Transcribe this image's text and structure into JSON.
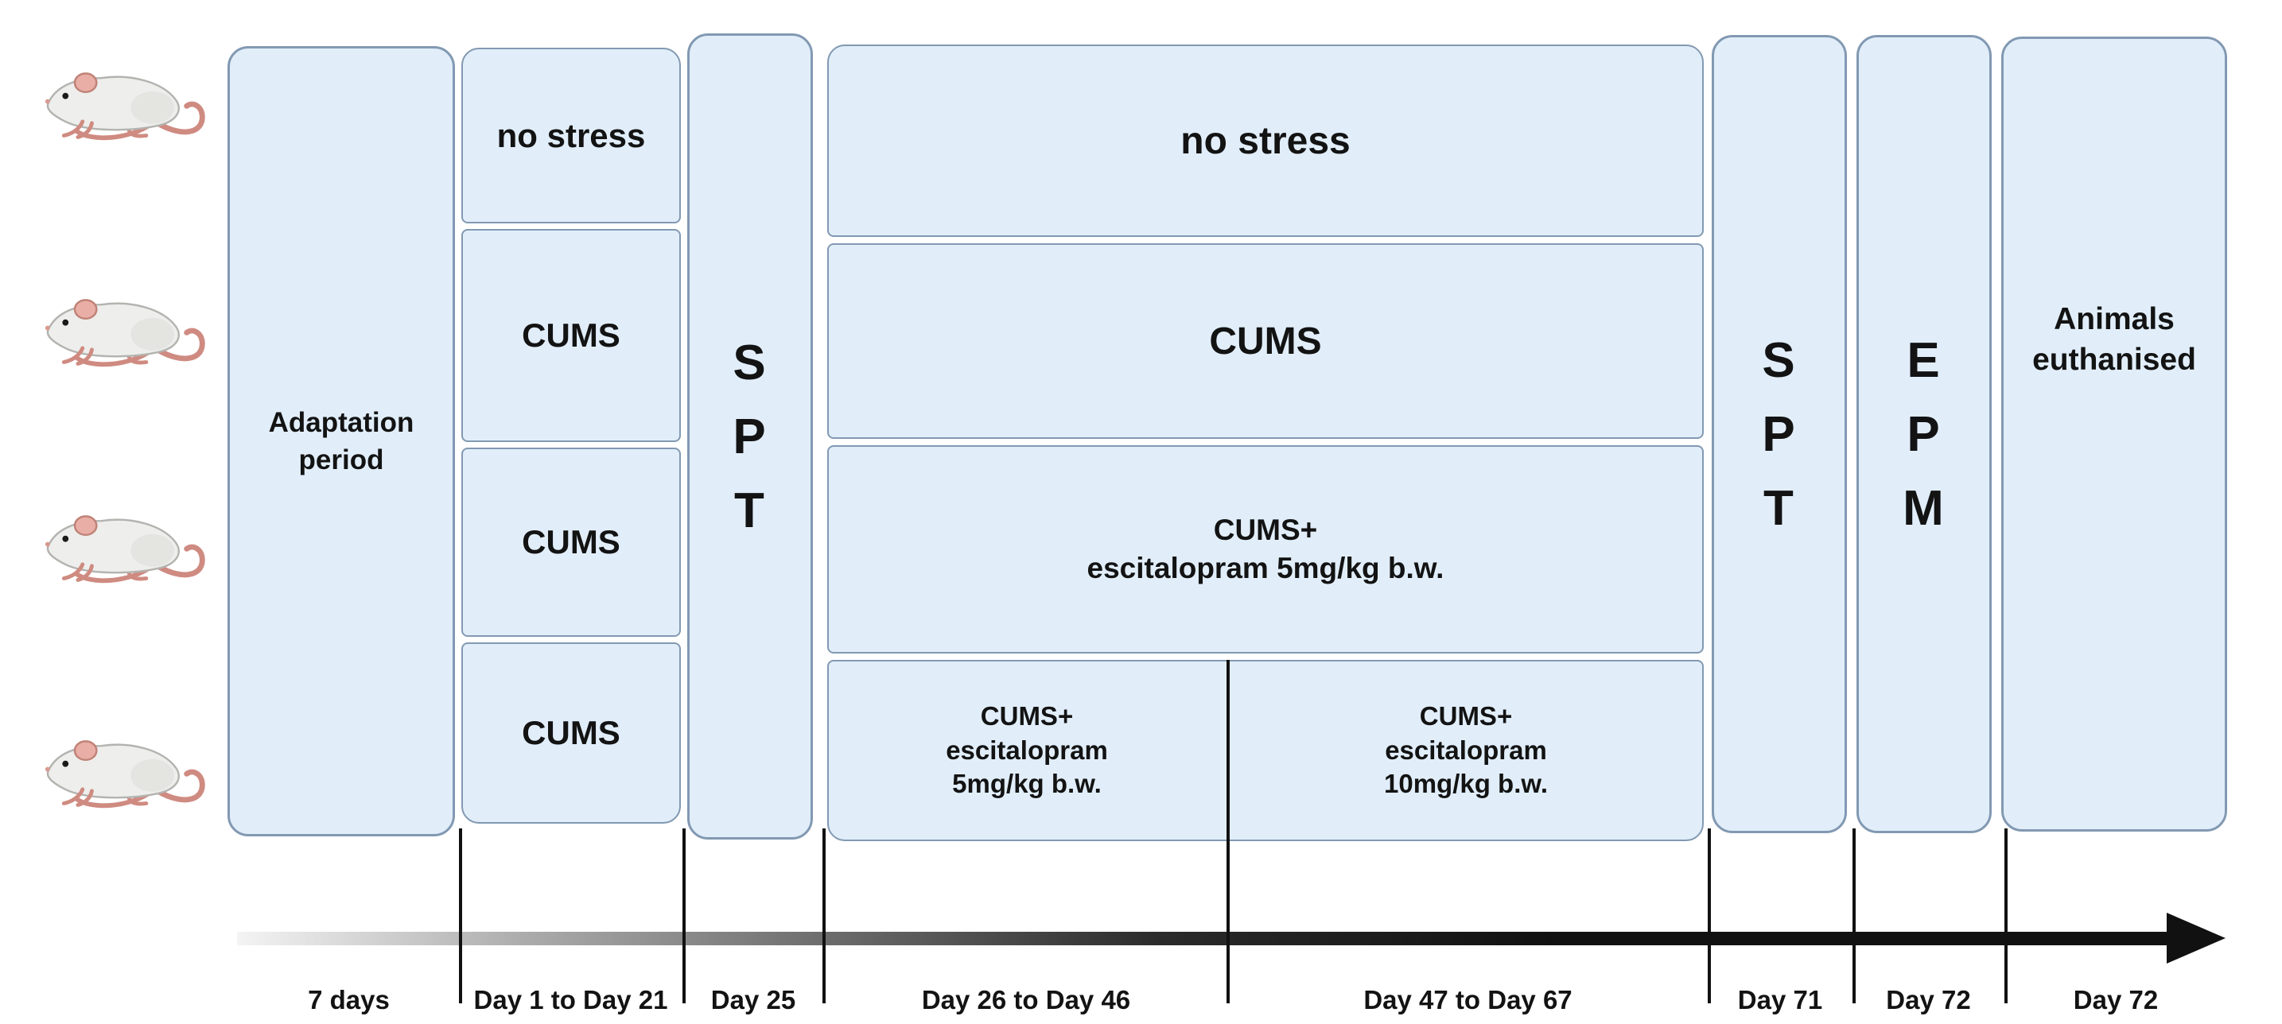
{
  "diagram": {
    "mice_count": 4,
    "adaptation": "Adaptation\nperiod",
    "groups": [
      "no stress",
      "CUMS",
      "CUMS",
      "CUMS"
    ],
    "spt_first": "S\nP\nT",
    "treatment": {
      "row1": "no stress",
      "row2": "CUMS",
      "row3": "CUMS+\nescitalopram 5mg/kg b.w.",
      "row4_left": "CUMS+\nescitalopram\n5mg/kg b.w.",
      "row4_right": "CUMS+\nescitalopram\n10mg/kg b.w."
    },
    "spt_second": "S\nP\nT",
    "epm": "E\nP\nM",
    "endpoint": "Animals\neuthanised",
    "timeline": [
      "7 days",
      "Day 1 to Day 21",
      "Day 25",
      "Day 26  to Day 46",
      "Day 47  to Day 67",
      "Day 71",
      "Day 72",
      "Day 72"
    ],
    "colors": {
      "box_fill": "#e1eefa",
      "box_border": "#8299b2",
      "arrow": "#111111"
    }
  }
}
